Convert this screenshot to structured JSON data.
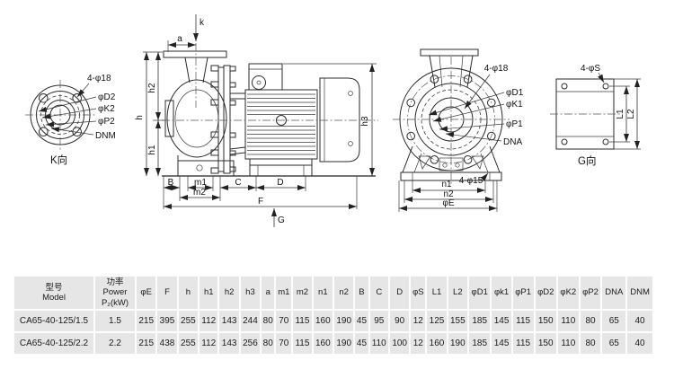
{
  "colors": {
    "cell_bg": "#e6e6e6",
    "line": "#2b2b2b",
    "page_bg": "#ffffff"
  },
  "drawing": {
    "labels": {
      "k": "k",
      "a": "a",
      "h": "h",
      "h1": "h1",
      "h2": "h2",
      "h3": "h3",
      "B": "B",
      "m1": "m1",
      "m2": "m2",
      "C": "C",
      "D": "D",
      "F": "F",
      "G": "G",
      "k_view": "K向",
      "g_view": "G向",
      "four_phi18": "4-φ18",
      "phi_d2": "φD2",
      "phi_k2": "φK2",
      "phi_p2": "φP2",
      "dnm": "DNM",
      "phi_d1": "φD1",
      "phi_k1": "φK1",
      "phi_p1": "φP1",
      "dna": "DNA",
      "n1": "n1",
      "n2": "n2",
      "phi_e": "φE",
      "four_phi15": "4-φ15",
      "four_phi_s": "4-φS",
      "l1": "L1",
      "l2": "L2"
    }
  },
  "table": {
    "model_header": {
      "line1": "型号",
      "line2": "Model"
    },
    "power_header": {
      "line1": "功率",
      "line2": "Power",
      "line3": "P₂(kW)"
    },
    "dim_headers": [
      "φE",
      "F",
      "h",
      "h1",
      "h2",
      "h3",
      "a",
      "m1",
      "m2",
      "n1",
      "n2",
      "B",
      "C",
      "D",
      "φS",
      "L1",
      "L2",
      "φD1",
      "φk1",
      "φP1",
      "φD2",
      "φK2",
      "φP2",
      "DNA",
      "DNM"
    ],
    "rows": [
      {
        "model": "CA65-40-125/1.5",
        "power": "1.5",
        "values": [
          "215",
          "395",
          "255",
          "112",
          "143",
          "244",
          "80",
          "70",
          "115",
          "160",
          "190",
          "45",
          "95",
          "90",
          "12",
          "125",
          "155",
          "185",
          "145",
          "115",
          "150",
          "110",
          "80",
          "65",
          "40"
        ]
      },
      {
        "model": "CA65-40-125/2.2",
        "power": "2.2",
        "values": [
          "215",
          "438",
          "255",
          "112",
          "143",
          "256",
          "80",
          "70",
          "115",
          "160",
          "190",
          "45",
          "110",
          "100",
          "12",
          "160",
          "190",
          "185",
          "145",
          "115",
          "150",
          "110",
          "80",
          "65",
          "40"
        ]
      }
    ]
  }
}
